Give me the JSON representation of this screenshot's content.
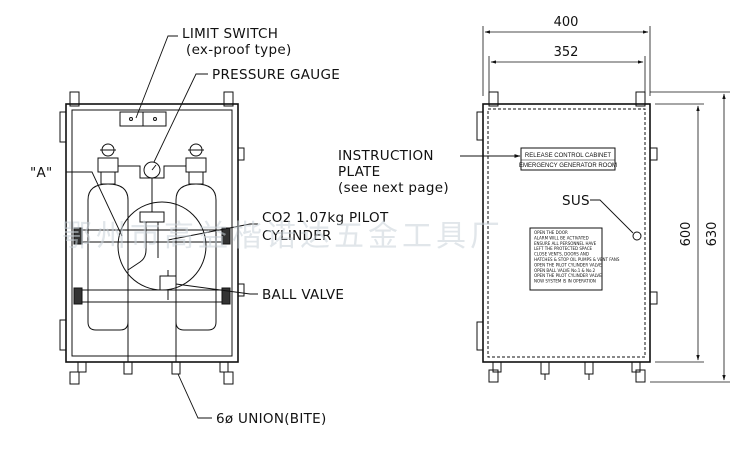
{
  "labels": {
    "limit_switch": "LIMIT SWITCH",
    "limit_switch_type": "(ex-proof type)",
    "pressure_gauge": "PRESSURE GAUGE",
    "detail_a": "\"A\"",
    "pilot_cylinder_1": "CO2 1.07kg PILOT",
    "pilot_cylinder_2": "CYLINDER",
    "ball_valve": "BALL VALVE",
    "union": "6ø UNION(BITE)",
    "instruction_1": "INSTRUCTION",
    "instruction_2": "PLATE",
    "instruction_3": "(see next page)",
    "sus": "SUS"
  },
  "dimensions": {
    "overall_width": "400",
    "inner_width": "352",
    "inner_height": "600",
    "overall_height": "630"
  },
  "plate": {
    "title": "RELEASE CONTROL CABINET",
    "subtitle": "EMERGENCY GENERATOR ROOM"
  },
  "instructions": [
    "OPEN THE DOOR",
    "ALARM WILL BE ACTIVATED",
    "ENSURE ALL PERSONNEL HAVE",
    "LEFT THE PROTECTED SPACE",
    "CLOSE VENTS, DOORS AND",
    "HATCHES & STOP OIL PUMPS & VENT FANS",
    "OPEN THE PILOT CYLINDER VALVE",
    "OPEN BALL VALVE No.1 & No.2",
    "OPEN THE PILOT CYLINDER VALVE",
    "NOW SYSTEM IS IN OPERATION"
  ],
  "watermark": "鄂州市高益楷诺达五金工具厂"
}
